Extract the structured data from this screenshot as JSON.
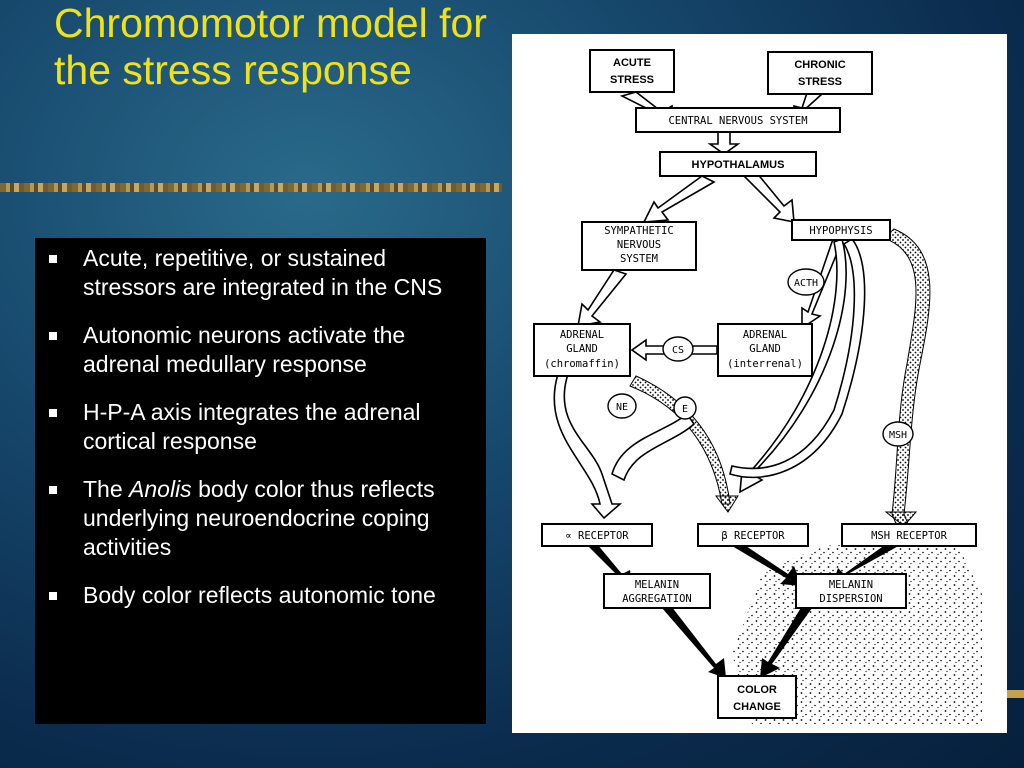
{
  "slide": {
    "title": "Chromomotor model for the stress response",
    "bullets": [
      {
        "text": "Acute, repetitive, or sustained stressors are integrated in the CNS"
      },
      {
        "text": "Autonomic neurons activate the adrenal medullary response"
      },
      {
        "text": "H-P-A axis integrates the adrenal cortical response"
      },
      {
        "pre": "The ",
        "italic": "Anolis",
        "post": " body color thus reflects underlying neuroendocrine coping activities"
      },
      {
        "text": "Body color reflects autonomic tone"
      }
    ]
  },
  "diagram": {
    "nodes": {
      "acute": [
        "ACUTE",
        "STRESS"
      ],
      "chronic": [
        "CHRONIC",
        "STRESS"
      ],
      "cns": [
        "CENTRAL NERVOUS SYSTEM"
      ],
      "hypothalamus": [
        "HYPOTHALAMUS"
      ],
      "sympathetic": [
        "SYMPATHETIC",
        "NERVOUS",
        "SYSTEM"
      ],
      "hypophysis": [
        "HYPOPHYSIS"
      ],
      "adrenal_chromaffin": [
        "ADRENAL",
        "GLAND",
        "(chromaffin)"
      ],
      "adrenal_interrenal": [
        "ADRENAL",
        "GLAND",
        "(interrenal)"
      ],
      "alpha_receptor": [
        "∝ RECEPTOR"
      ],
      "beta_receptor": [
        "β RECEPTOR"
      ],
      "msh_receptor": [
        "MSH RECEPTOR"
      ],
      "melanin_aggregation": [
        "MELANIN",
        "AGGREGATION"
      ],
      "melanin_dispersion": [
        "MELANIN",
        "DISPERSION"
      ],
      "color_change": [
        "COLOR",
        "CHANGE"
      ]
    },
    "labels": {
      "acth": "ACTH",
      "cs": "CS",
      "ne": "NE",
      "e": "E",
      "msh": "MSH"
    }
  },
  "colors": {
    "title": "#f0e21a",
    "bullet_text": "#ffffff",
    "bullet_bg": "#000000",
    "background": "#0b2c4e"
  }
}
